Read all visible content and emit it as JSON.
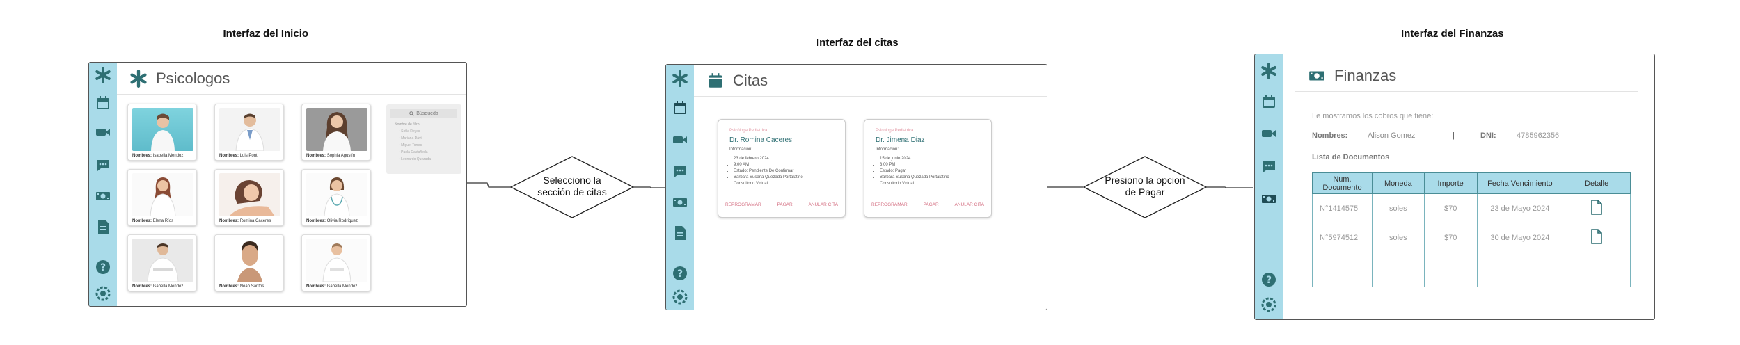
{
  "titles": {
    "inicio": "Interfaz del Inicio",
    "citas": "Interfaz del citas",
    "finanzas": "Interfaz del Finanzas"
  },
  "icons": [
    "asterisk-icon",
    "calendar-icon",
    "video-icon",
    "chat-icon",
    "money-icon",
    "document-icon",
    "help-icon",
    "settings-icon"
  ],
  "colors": {
    "sidebar": "#a9dbe9",
    "accent": "#2e6f73",
    "action": "#d46f82"
  },
  "inicio": {
    "header_title": "Psicologos",
    "doctors": [
      {
        "label": "Nombres:",
        "name": "Isabella Mendoz"
      },
      {
        "label": "Nombres:",
        "name": "Luis Ponti"
      },
      {
        "label": "Nombres:",
        "name": "Sophia Agustín"
      },
      {
        "label": "Nombres:",
        "name": "Elena Ríos"
      },
      {
        "label": "Nombres:",
        "name": "Romina Caceres"
      },
      {
        "label": "Nombres:",
        "name": "Olivia Rodríguez"
      },
      {
        "label": "Nombres:",
        "name": "Isabella Mendoz"
      },
      {
        "label": "Nombres:",
        "name": "Noah Santos"
      },
      {
        "label": "Nombres:",
        "name": "Isabella Mendoz"
      }
    ],
    "search": {
      "placeholder": "Búsqueda",
      "filter_title": "Nombre de filtro",
      "filters": [
        "Sofía Reyes",
        "Mariana Dávil",
        "Miguel Torres",
        "Paola Castañeda",
        "Leonardo Quezada"
      ]
    }
  },
  "citas": {
    "header_title": "Citas",
    "cards": [
      {
        "specialty": "Psicóloga Pediatrica",
        "doctor": "Dr. Romina Caceres",
        "info_label": "Información:",
        "details": [
          "23 de febrero 2024",
          "9:00 AM",
          "Estado: Pendiente De Confirmar",
          "Barbara Susana Quezada Portalatino",
          "Consultorio Virtual"
        ],
        "actions": [
          "REPROGRAMAR",
          "PAGAR",
          "ANULAR CITA"
        ]
      },
      {
        "specialty": "Psicologa Pediatrica",
        "doctor": "Dr. Jimena Diaz",
        "info_label": "Información:",
        "details": [
          "15 de junio 2024",
          "3:00 PM",
          "Estado: Pagar",
          "Barbara Susana Quezada Portalatino",
          "Consultorio Virtual"
        ],
        "actions": [
          "REPROGRAMAR",
          "PAGAR",
          "ANULAR CITA"
        ]
      }
    ]
  },
  "finanzas": {
    "header_title": "Finanzas",
    "intro": "Le mostramos los cobros que tiene:",
    "names_label": "Nombres:",
    "names_value": "Alison Gomez",
    "separator": "|",
    "dni_label": "DNI:",
    "dni_value": "4785962356",
    "list_title": "Lista de Documentos",
    "columns": [
      "Num. Documento",
      "Moneda",
      "Importe",
      "Fecha Vencimiento",
      "Detalle"
    ],
    "rows": [
      [
        "N°1414575",
        "soles",
        "$70",
        "23 de Mayo 2024"
      ],
      [
        "N°5974512",
        "soles",
        "$70",
        "30 de Mayo 2024"
      ],
      [
        "",
        "",
        "",
        ""
      ]
    ]
  },
  "flow": {
    "step1": "Selecciono la sección de citas",
    "step2": "Presiono la opcion de Pagar"
  }
}
